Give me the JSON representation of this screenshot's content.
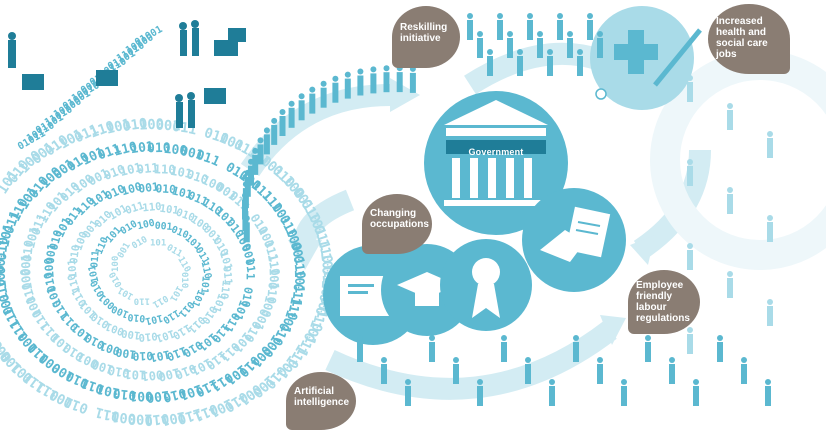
{
  "labels": {
    "reskilling": [
      "Reskilling",
      "initiative"
    ],
    "health": [
      "Increased",
      "health and",
      "social care",
      "jobs"
    ],
    "changing": [
      "Changing",
      "occupations"
    ],
    "employee": [
      "Employee",
      "friendly",
      "labour",
      "regulations"
    ],
    "ai": [
      "Artificial",
      "intelligence"
    ],
    "government": "Government"
  },
  "binary_text": "0101101001011010010110100101101001",
  "colors": {
    "primary": "#5bb8d0",
    "light": "#a9dbe8",
    "pale": "#d6eef5",
    "dark": "#1f7d98",
    "bubble": "#8a7d73"
  }
}
